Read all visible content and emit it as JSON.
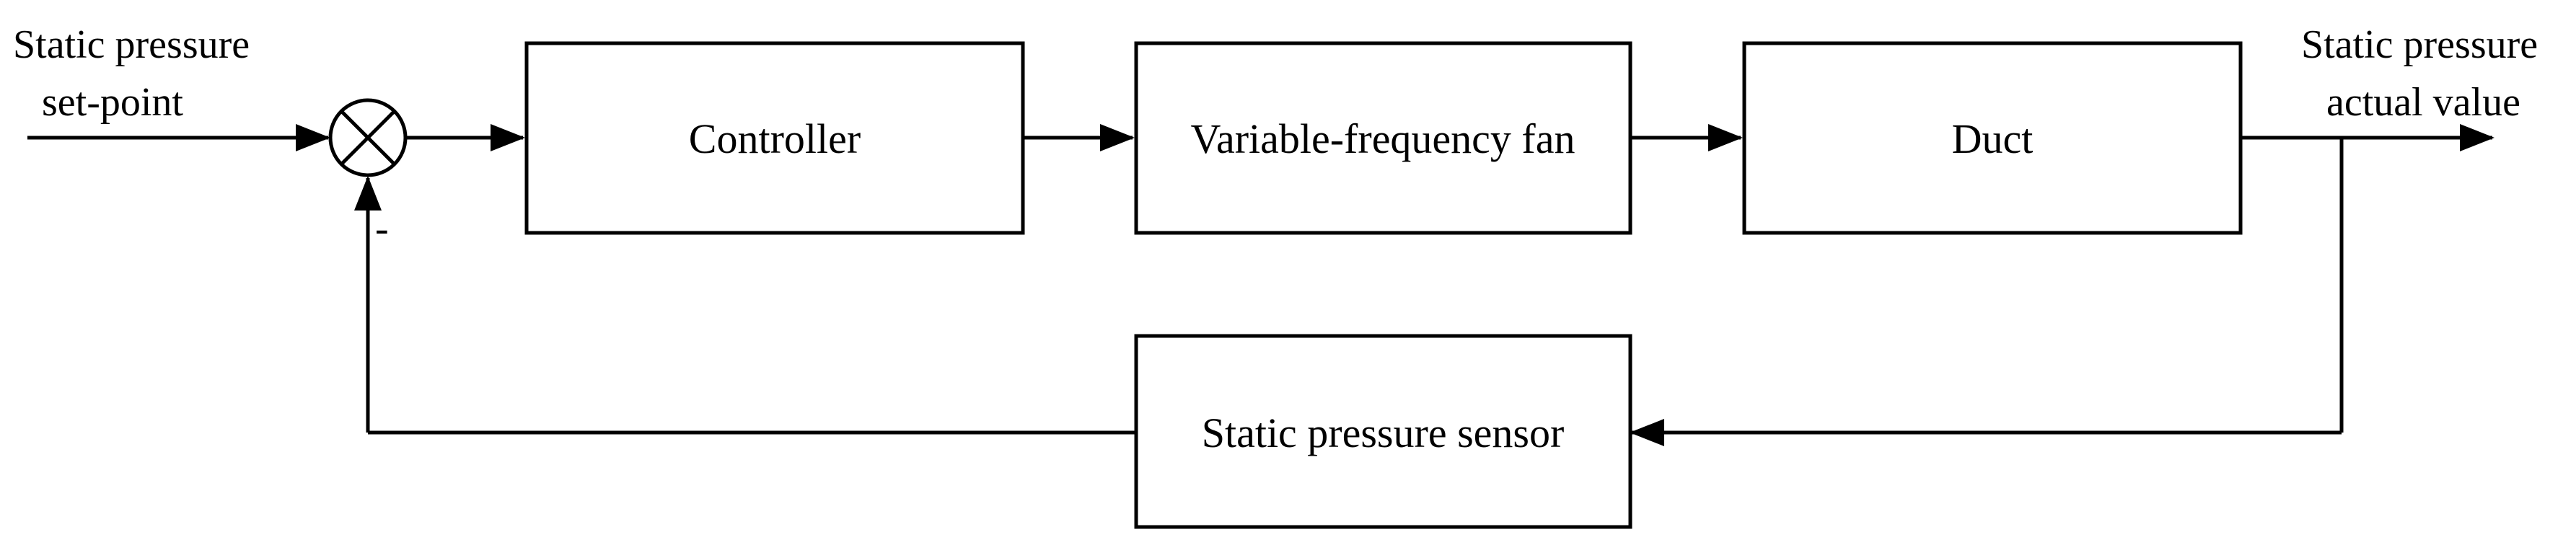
{
  "diagram": {
    "input_label": [
      "Static pressure",
      "set-point"
    ],
    "output_label": [
      "Static pressure",
      "actual value"
    ],
    "minus_sign": "-",
    "blocks": {
      "controller": "Controller",
      "fan": "Variable-frequency fan",
      "duct": "Duct",
      "sensor": "Static pressure sensor"
    },
    "summing_junction": "summing-junction",
    "colors": {
      "stroke": "#000000",
      "background": "#ffffff"
    }
  }
}
